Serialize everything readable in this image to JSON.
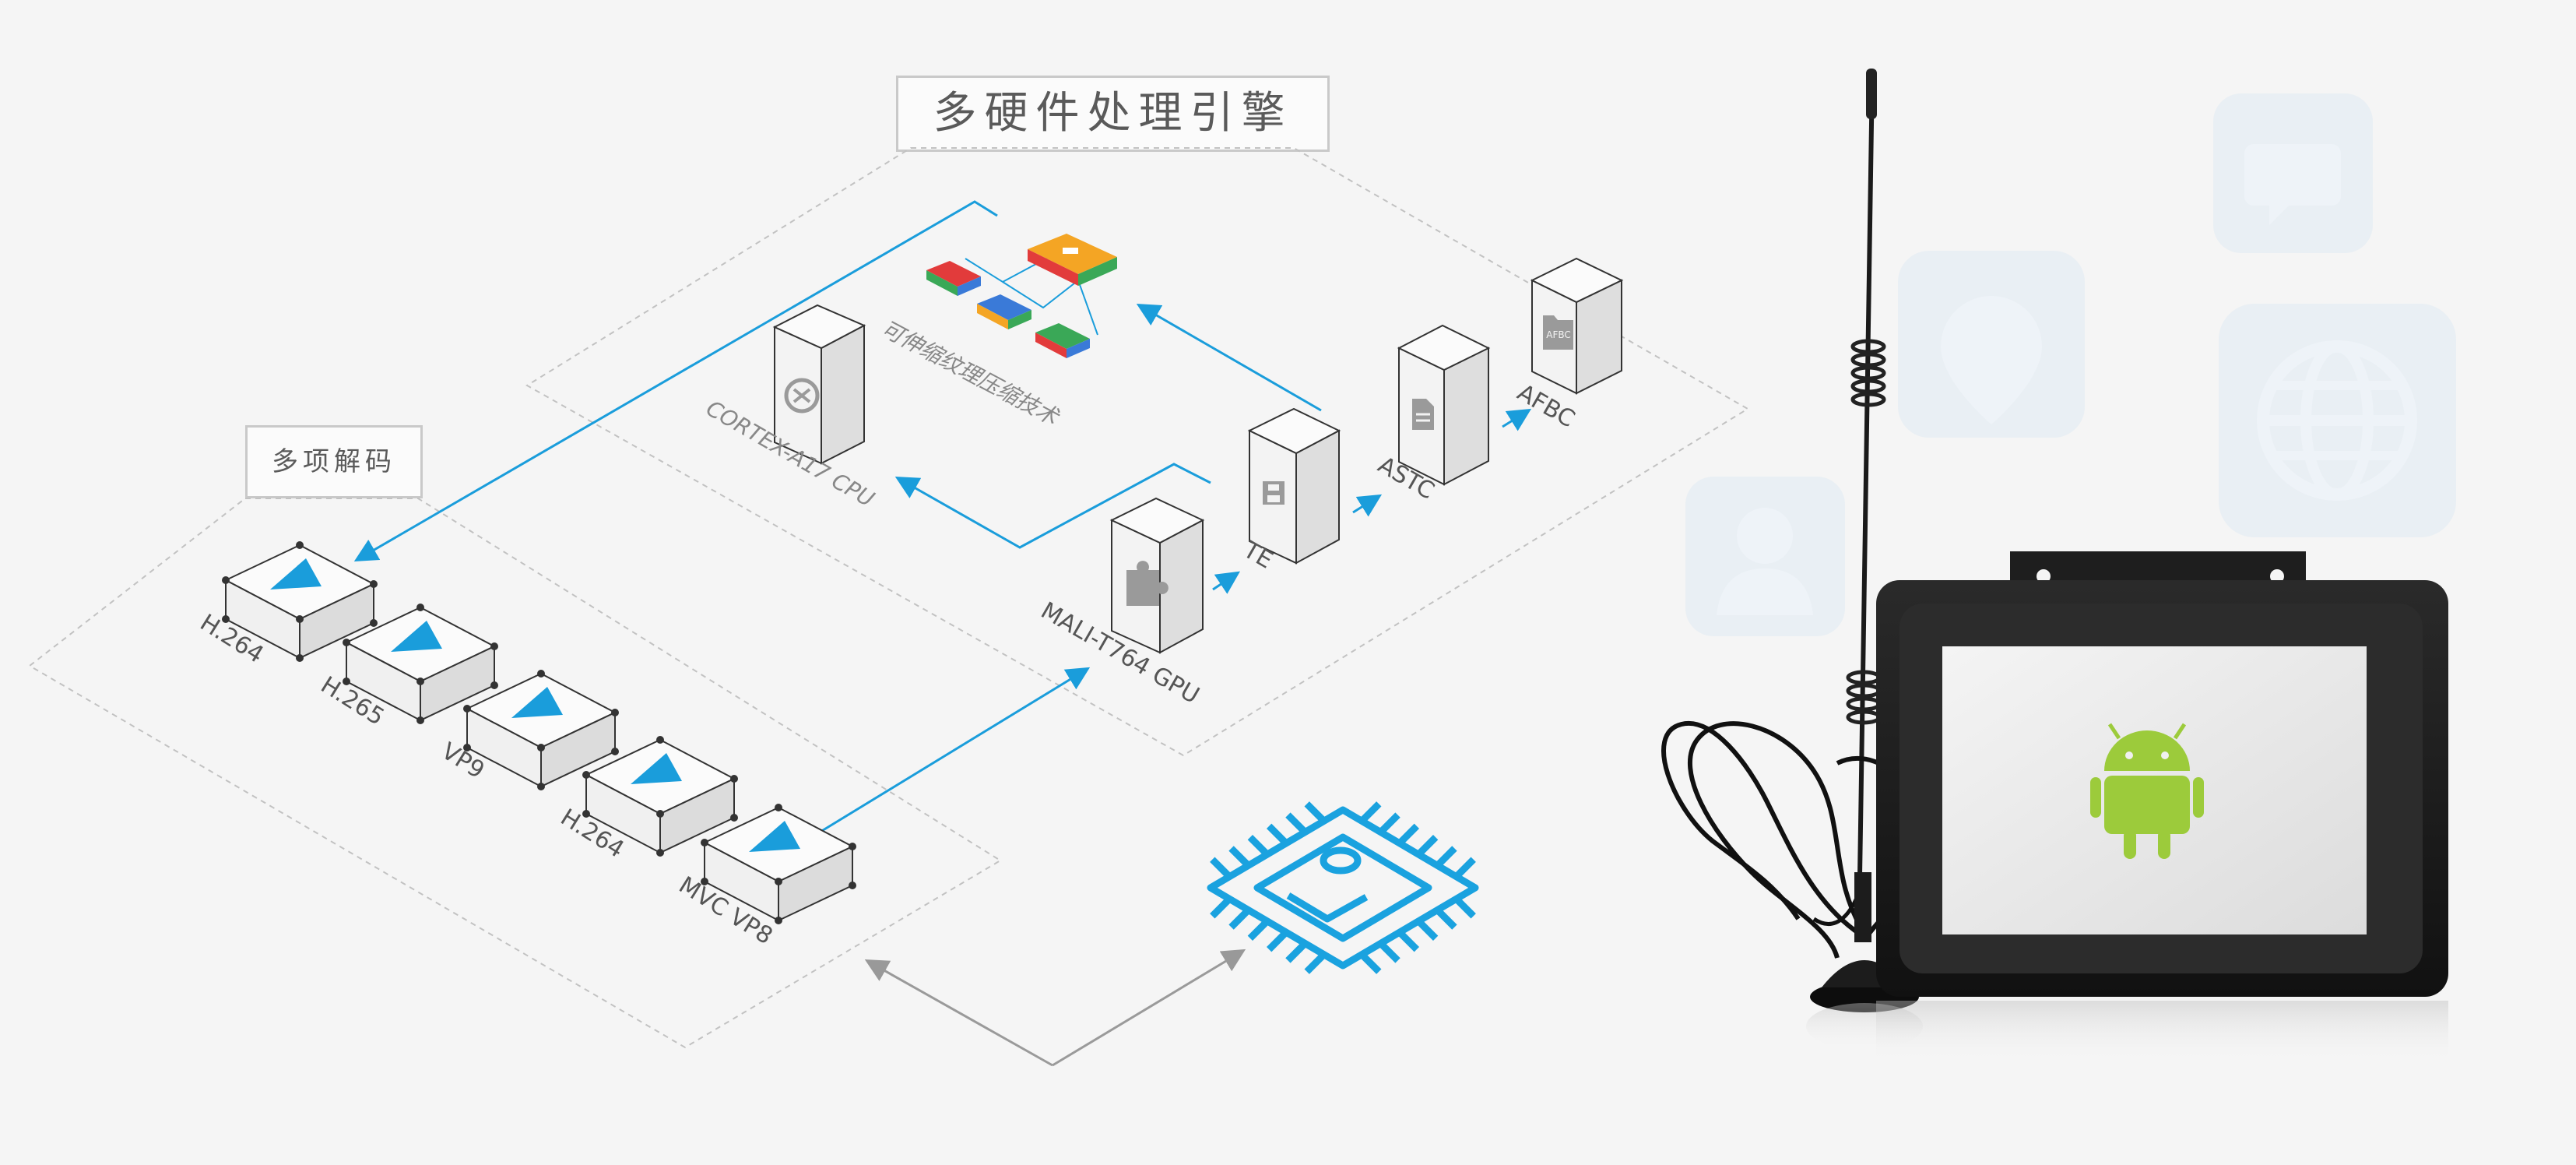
{
  "title": "多硬件处理引擎",
  "decode_group": {
    "title": "多项解码",
    "codecs": [
      "H.264",
      "H.265",
      "VP9",
      "H.264",
      "MVC VP8"
    ]
  },
  "engine": {
    "compression_label": "可伸缩纹理压缩技术",
    "cpu_label": "CORTEX-A17 CPU",
    "gpu_label": "MALI-T764 GPU",
    "te_label": "TE",
    "astc_label": "ASTC",
    "afbc_label": "AFBC",
    "afbc_icon_text": "AFBC"
  },
  "colors": {
    "accent": "#1a9ddb",
    "line": "#1a9ddb",
    "android": "#9ccb3b"
  },
  "icons": [
    "chip-icon",
    "chat-icon",
    "location-icon",
    "globe-icon",
    "user-icon",
    "android-icon"
  ]
}
